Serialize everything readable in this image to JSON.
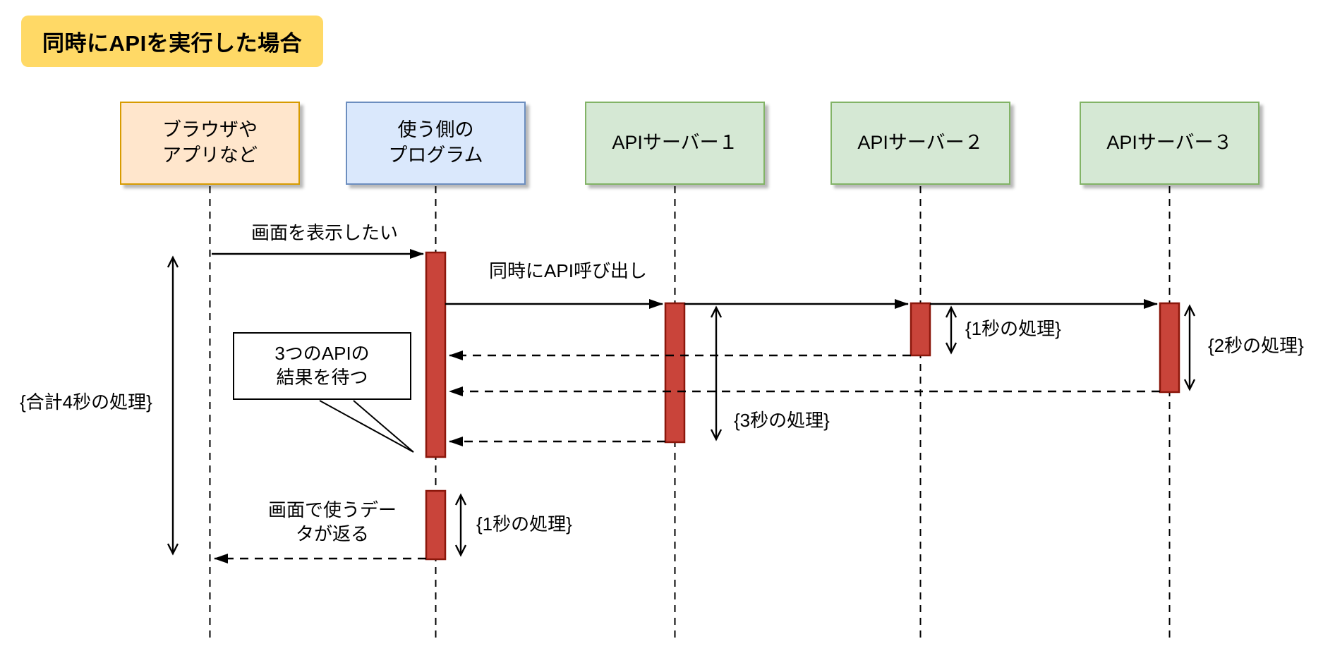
{
  "title": {
    "label": "同時にAPIを実行した場合"
  },
  "actors": [
    {
      "id": "browser",
      "label": "ブラウザや\nアプリなど",
      "fill": "#FFE6CC",
      "border": "#D79B00"
    },
    {
      "id": "program",
      "label": "使う側の\nプログラム",
      "fill": "#DAE8FC",
      "border": "#6C8EBF"
    },
    {
      "id": "api-server-1",
      "label": "APIサーバー１",
      "fill": "#D5E8D4",
      "border": "#82B366"
    },
    {
      "id": "api-server-2",
      "label": "APIサーバー２",
      "fill": "#D5E8D4",
      "border": "#82B366"
    },
    {
      "id": "api-server-3",
      "label": "APIサーバー３",
      "fill": "#D5E8D4",
      "border": "#82B366"
    }
  ],
  "messages": {
    "request_label": "画面を表示したい",
    "parallel_call_label": "同時にAPI呼び出し",
    "return_label": "画面で使うデー\nタが返る"
  },
  "note": {
    "label": "3つのAPIの\n結果を待つ"
  },
  "durations": {
    "api1": "{3秒の処理}",
    "api2": "{1秒の処理}",
    "api3": "{2秒の処理}",
    "final": "{1秒の処理}",
    "total": "{合計4秒の処理}"
  },
  "colors": {
    "title_bg": "#FFD966",
    "activation_fill": "#C9443A",
    "activation_border": "#8B170B",
    "line": "#000000",
    "browser_fill": "#FFE6CC",
    "browser_border": "#D79B00",
    "program_fill": "#DAE8FC",
    "program_border": "#6C8EBF",
    "api_fill": "#D5E8D4",
    "api_border": "#82B366"
  }
}
